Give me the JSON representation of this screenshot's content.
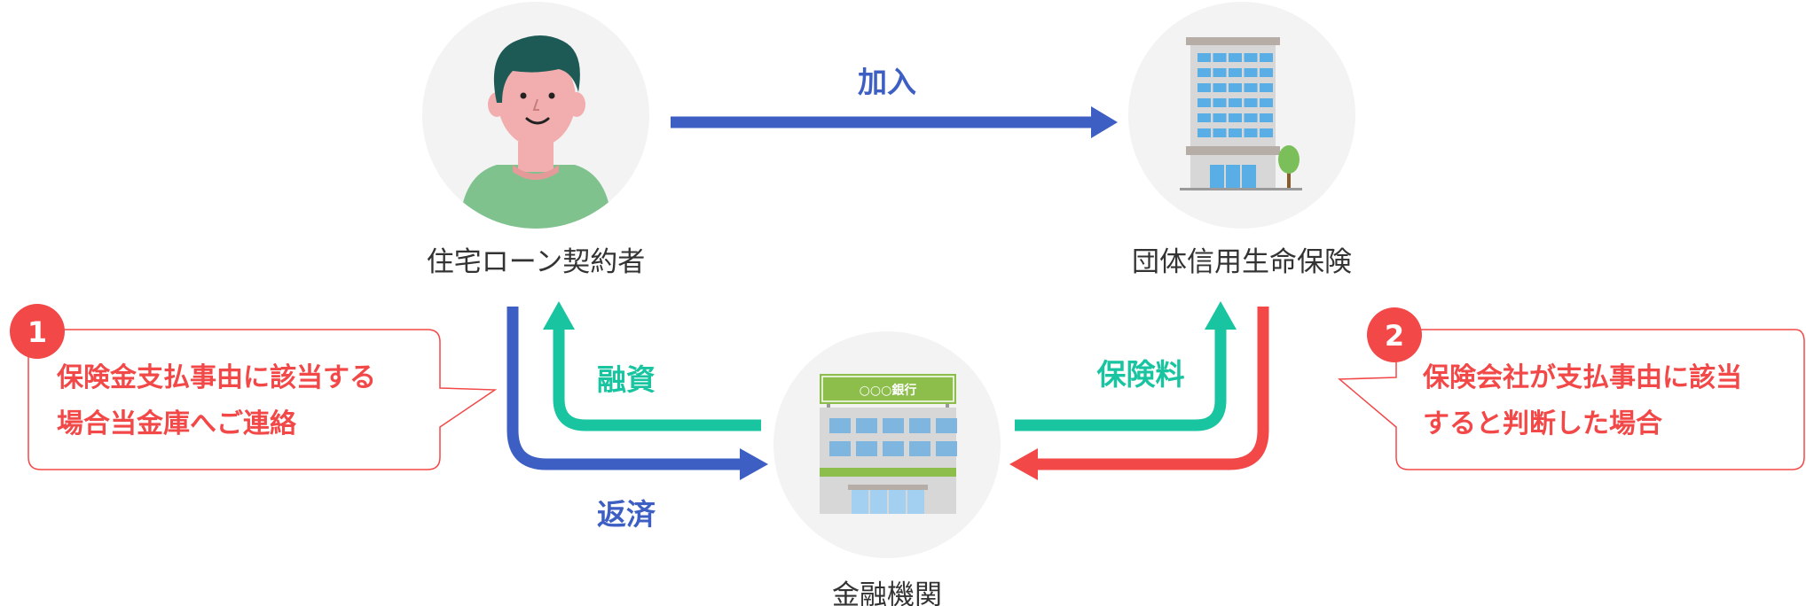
{
  "colors": {
    "blue": "#3d5fc4",
    "teal": "#19c4a0",
    "red": "#f34848",
    "circle_bg": "#f3f3f3",
    "text": "#333333"
  },
  "nodes": {
    "contractor": {
      "label": "住宅ローン契約者",
      "icon": "person-icon"
    },
    "insurance": {
      "label": "団体信用生命保険",
      "icon": "office-building-icon"
    },
    "bank": {
      "label": "金融機関",
      "icon": "bank-building-icon",
      "sign": "○○○銀行"
    }
  },
  "flows": {
    "join": {
      "label": "加入"
    },
    "loan": {
      "label": "融資"
    },
    "repay": {
      "label": "返済"
    },
    "premium": {
      "label": "保険料"
    }
  },
  "callouts": [
    {
      "number": "1",
      "lines": [
        "保険金支払事由に該当する",
        "場合当金庫へご連絡"
      ]
    },
    {
      "number": "2",
      "lines": [
        "保険会社が支払事由に該当",
        "すると判断した場合"
      ]
    }
  ]
}
